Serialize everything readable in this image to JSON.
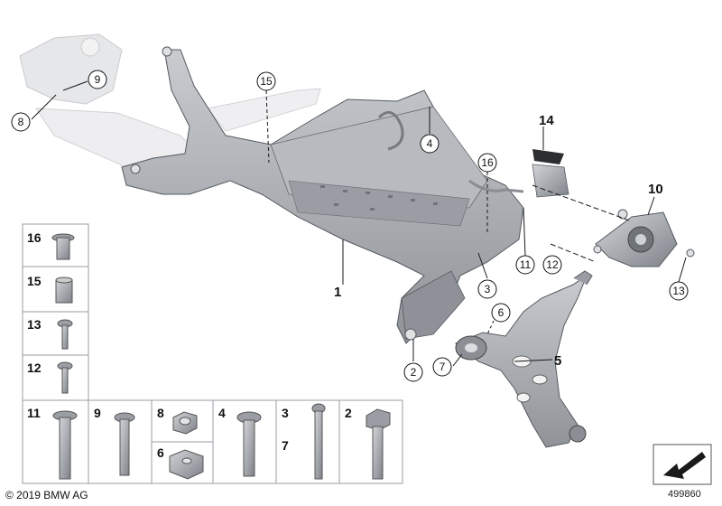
{
  "callouts": {
    "c1": "1",
    "c2": "2",
    "c3": "3",
    "c4": "4",
    "c5": "5",
    "c6": "6",
    "c7": "7",
    "c8": "8",
    "c9": "9",
    "c10": "10",
    "c11": "11",
    "c12": "12",
    "c13": "13",
    "c14": "14",
    "c15": "15",
    "c16": "16"
  },
  "parts_table": {
    "left_column": [
      "16",
      "15",
      "13",
      "12"
    ],
    "bottom_row": [
      "11",
      "9",
      "8",
      "6",
      "4",
      "3",
      "7",
      "2"
    ]
  },
  "footer": {
    "copyright": "© 2019 BMW AG",
    "document_number": "499860"
  },
  "icons": {
    "direction": "arrow-direction-icon"
  },
  "colors": {
    "part_fill": "#a9acb1",
    "part_dark": "#7d8187",
    "ghost_fill": "#e6e7e9",
    "line": "#1a1a1a"
  }
}
